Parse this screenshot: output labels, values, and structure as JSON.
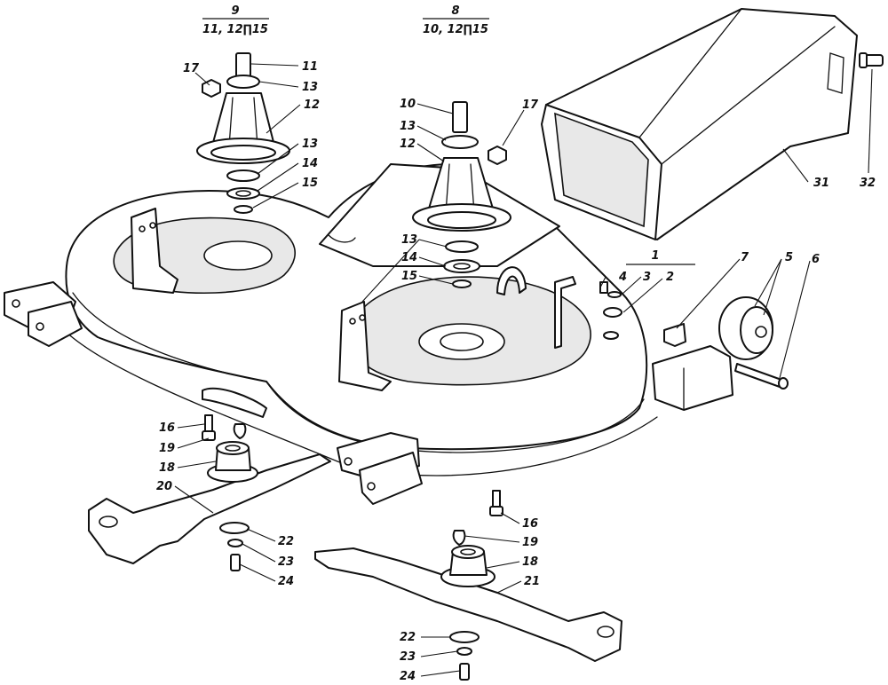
{
  "diagram": {
    "group_labels": [
      {
        "top": "9",
        "bottom": "11, 12∏15"
      },
      {
        "top": "8",
        "bottom": "10, 12∏15"
      },
      {
        "top": "1",
        "bottom": ""
      }
    ],
    "callouts": {
      "c17a": "17",
      "c11": "11",
      "c13a": "13",
      "c12a": "12",
      "c13b": "13",
      "c14a": "14",
      "c15a": "15",
      "c10": "10",
      "c13c": "13",
      "c12b": "12",
      "c17b": "17",
      "c13d": "13",
      "c14b": "14",
      "c15b": "15",
      "c4": "4",
      "c3": "3",
      "c2": "2",
      "c7": "7",
      "c5": "5",
      "c6": "6",
      "c31": "31",
      "c32": "32",
      "c16a": "16",
      "c19a": "19",
      "c18a": "18",
      "c20": "20",
      "c22a": "22",
      "c23a": "23",
      "c24a": "24",
      "c16b": "16",
      "c19b": "19",
      "c18b": "18",
      "c21": "21",
      "c22b": "22",
      "c23b": "23",
      "c24b": "24"
    }
  }
}
